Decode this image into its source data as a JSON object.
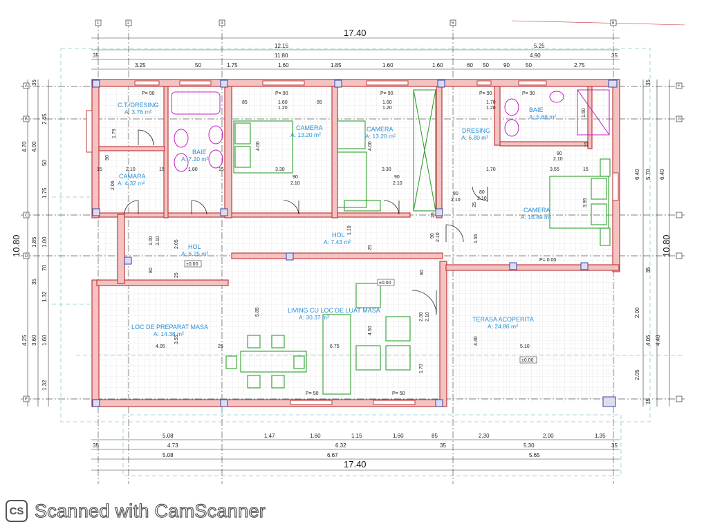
{
  "total_width": "17.40",
  "total_depth": "10.80",
  "left_depth_partial": "10.80",
  "colors": {
    "wall": "#f3c3c3",
    "room_label": "#2a8fd6",
    "furniture": "#2ea02e",
    "sanitary": "#c020c0"
  },
  "top_dims": {
    "row1": [
      "12.15",
      "5.25"
    ],
    "row2": [
      "35",
      "11.80",
      "4.90",
      "35"
    ],
    "row3": [
      "3.25",
      "50",
      "1.75",
      "1.60",
      "1.85",
      "1.60",
      "1.60",
      "60",
      "50",
      "90",
      "50",
      "2.75"
    ]
  },
  "bottom_dims": {
    "row1": [
      "5.08",
      "1.47",
      "1.60",
      "1.15",
      "1.60",
      "85",
      "2.30",
      "2.00",
      "1.35"
    ],
    "row2": [
      "35",
      "4.73",
      "6.32",
      "35",
      "5.30",
      "35"
    ],
    "row3": [
      "5.08",
      "6.67",
      "5.65"
    ]
  },
  "left_dims": [
    "35",
    "2.45",
    "4.70",
    "4.00",
    "50",
    "1.75",
    "1.00",
    "1.85",
    "70",
    "35",
    "1.32",
    "4.25",
    "3.60",
    "1.60",
    "1.32"
  ],
  "right_dims": [
    "35",
    "6.40",
    "5.70",
    "6.40",
    "35",
    "2.00",
    "4.05",
    "4.40",
    "2.05",
    "35"
  ],
  "rooms": [
    {
      "name": "C.T./DRESING",
      "area": "A: 3.76 m²"
    },
    {
      "name": "BAIE",
      "area": "A: 7.20 m²"
    },
    {
      "name": "CAMERA",
      "area": "A: 13.20 m²"
    },
    {
      "name": "CAMERA",
      "area": "A: 13.20 m²"
    },
    {
      "name": "DRESING",
      "area": "A: 6.80 m²"
    },
    {
      "name": "BAIE",
      "area": "A: 5.68 m²"
    },
    {
      "name": "CAMARA",
      "area": "A: 4.32 m²"
    },
    {
      "name": "CAMERA",
      "area": "A: 16.89 m²"
    },
    {
      "name": "HOL",
      "area": "A: 6.25 m²"
    },
    {
      "name": "HOL",
      "area": "A: 7.43 m²"
    },
    {
      "name": "LOC DE PREPARAT MASA",
      "area": "A: 14.38 m²"
    },
    {
      "name": "LIVING CU LOC DE LUAT MASA",
      "area": "A: 30.37 m²"
    },
    {
      "name": "TERASA ACOPERITA",
      "area": "A: 24.86 m²"
    }
  ],
  "inner_dims": [
    "P= 90",
    "P= 90",
    "P= 90",
    "P= 90",
    "P= 90",
    "85",
    "1.60",
    "1.20",
    "85",
    "1.60",
    "1.20",
    "1.70",
    "1.20",
    "1.79",
    "90",
    "2.10",
    "15",
    "1.80",
    "15",
    "3.30",
    "3.30",
    "1.70",
    "15",
    "3.55",
    "2.06",
    "4.00",
    "4.00",
    "90",
    "2.10",
    "90",
    "2.10",
    "80",
    "2.10",
    "80",
    "2.10",
    "25",
    "3.95",
    "1.00",
    "2.10",
    "2.05",
    "80",
    "1.10",
    "25",
    "90",
    "2.10",
    "1.55",
    "P= 0.00",
    "80",
    "5.85",
    "4.05",
    "25",
    "3.55",
    "6.75",
    "4.50",
    "2.00",
    "2.10",
    "1.70",
    "4.40",
    "5.10",
    "P= 50",
    "P= 50",
    "25",
    "15",
    "1.60",
    "80",
    "2.10",
    "15",
    "25"
  ],
  "levels": [
    "±0.00",
    "±0.00",
    "±0.00"
  ],
  "grid_labels": {
    "top": [
      "1",
      "2",
      "3",
      "5",
      "6"
    ],
    "side": [
      "A",
      "B",
      "C",
      "D",
      "E",
      "F",
      "G"
    ]
  },
  "watermark": {
    "logo": "CS",
    "text": "Scanned with CamScanner"
  }
}
